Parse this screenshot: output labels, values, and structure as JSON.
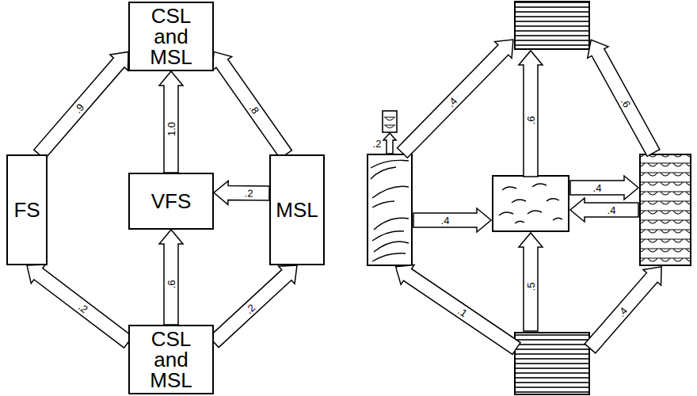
{
  "diagram": {
    "nodes": [
      {
        "text": [
          "CSL and MSL"
        ]
      },
      {
        "text": [
          "FS"
        ]
      },
      {
        "text": [
          "VFS"
        ]
      },
      {
        "text": [
          "MSL"
        ]
      },
      {
        "text": [
          "CSL and MSL"
        ]
      }
    ],
    "edges": [
      {
        "from": 1,
        "to": 0,
        "arrow": "to",
        "label": ".9"
      },
      {
        "from": 2,
        "to": 0,
        "arrow": "to",
        "label": "1.0"
      },
      {
        "from": 3,
        "to": 0,
        "arrow": "to",
        "label": ".8"
      },
      {
        "from": 3,
        "to": 2,
        "arrow": "to",
        "label": ".2"
      },
      {
        "from": 4,
        "to": 1,
        "arrow": "to",
        "label": ".2"
      },
      {
        "from": 4,
        "to": 2,
        "arrow": "to",
        "label": ".6"
      },
      {
        "from": 4,
        "to": 3,
        "arrow": "to",
        "label": ".2"
      }
    ],
    "labels": [
      ".4",
      ".6",
      ".6",
      ".2",
      ".4",
      ".4",
      ".4",
      ".1",
      ".5",
      ".4"
    ]
  }
}
